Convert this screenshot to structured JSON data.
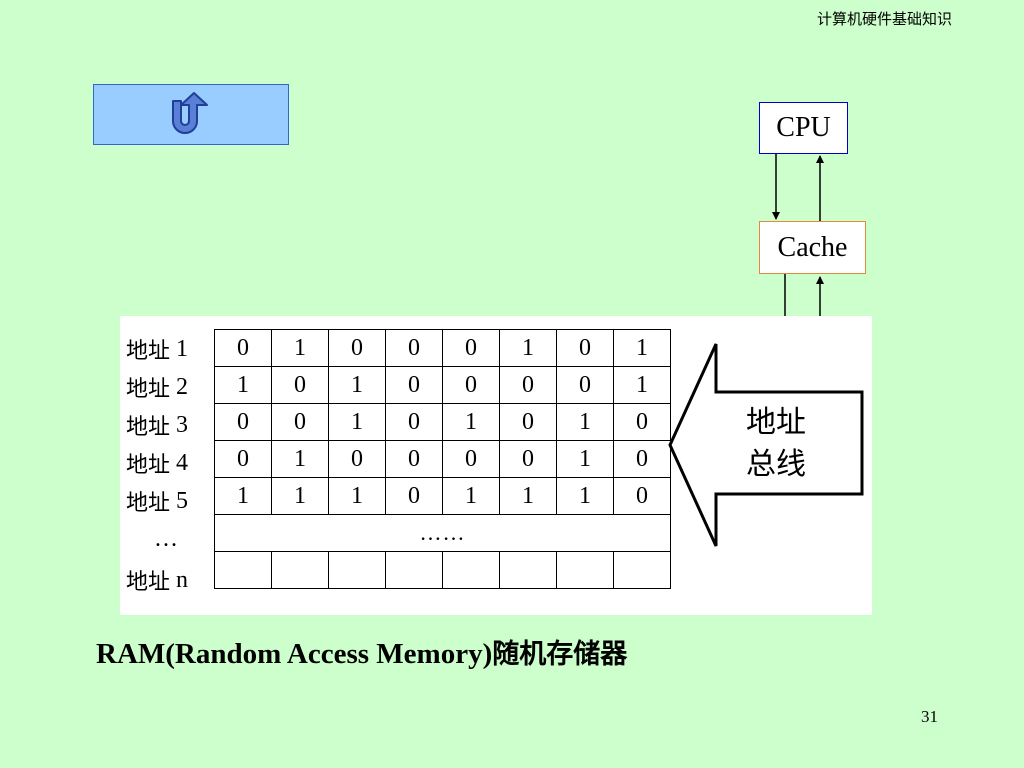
{
  "header": {
    "title": "计算机硬件基础知识"
  },
  "nav": {
    "back_icon": "u-turn-arrow-icon"
  },
  "diagram": {
    "cpu_label": "CPU",
    "cache_label": "Cache",
    "bus_label_line1": "地址",
    "bus_label_line2": "总线",
    "memory": {
      "rows": [
        {
          "label_cn": "地址",
          "label_id": "1",
          "bits": [
            "0",
            "1",
            "0",
            "0",
            "0",
            "1",
            "0",
            "1"
          ]
        },
        {
          "label_cn": "地址",
          "label_id": "2",
          "bits": [
            "1",
            "0",
            "1",
            "0",
            "0",
            "0",
            "0",
            "1"
          ]
        },
        {
          "label_cn": "地址",
          "label_id": "3",
          "bits": [
            "0",
            "0",
            "1",
            "0",
            "1",
            "0",
            "1",
            "0"
          ]
        },
        {
          "label_cn": "地址",
          "label_id": "4",
          "bits": [
            "0",
            "1",
            "0",
            "0",
            "0",
            "0",
            "1",
            "0"
          ]
        },
        {
          "label_cn": "地址",
          "label_id": "5",
          "bits": [
            "1",
            "1",
            "1",
            "0",
            "1",
            "1",
            "1",
            "0"
          ]
        }
      ],
      "ellipsis_label": "…",
      "ellipsis_cell": "……",
      "last_row": {
        "label_cn": "地址",
        "label_id": "n"
      }
    }
  },
  "caption": {
    "text_en": "RAM(Random Access Memory)",
    "text_cn": "随机存储器"
  },
  "footer": {
    "page_number": "31"
  },
  "colors": {
    "background": "#ccffcc",
    "button_fill": "#99ccff",
    "cpu_border": "#0000cc",
    "cache_border": "#e08a3c"
  }
}
